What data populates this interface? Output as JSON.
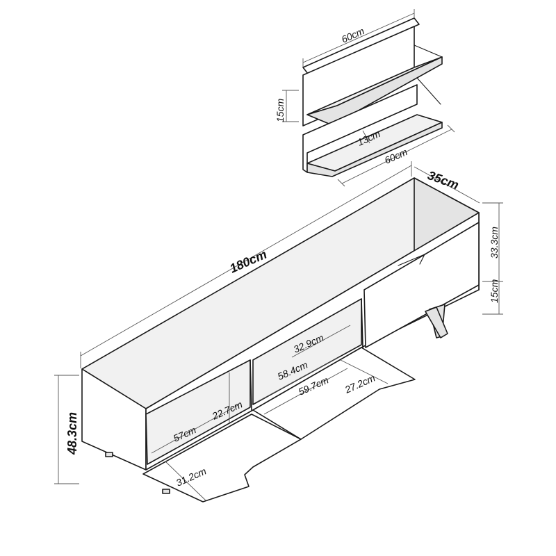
{
  "dimensions": {
    "shelf_width_top": "60cm",
    "shelf_gap": "15cm",
    "shelf_depth": "13cm",
    "shelf_width_bottom": "60cm",
    "unit_depth": "35cm",
    "unit_width": "180cm",
    "door_height": "33.3cm",
    "leg_height": "15cm",
    "unit_height": "48.3cm",
    "mid_compartment_height": "32.9cm",
    "mid_compartment_width": "58.4cm",
    "mid_flap_width": "59.7cm",
    "mid_flap_depth": "27.2cm",
    "left_compartment_height": "22.7cm",
    "left_compartment_width": "57cm",
    "left_flap_depth": "31.2cm"
  }
}
